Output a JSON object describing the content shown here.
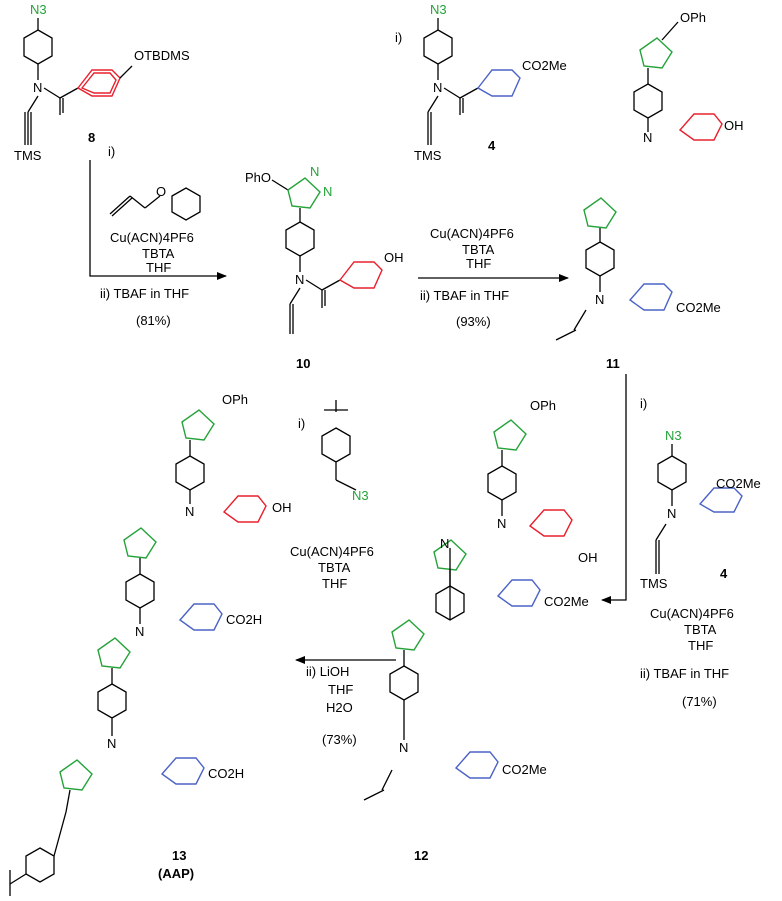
{
  "colors": {
    "green": "#25a33a",
    "red": "#e8202e",
    "blue": "#4b63c6",
    "black": "#000000"
  },
  "compounds": {
    "c8": {
      "number": "8",
      "groups": {
        "azide": "N3",
        "silyl_ether": "OTBDMS",
        "alkyne_silyl": "TMS"
      }
    },
    "c10": {
      "number": "10",
      "groups": {
        "ether": "PhO",
        "hydroxyl": "OH"
      }
    },
    "c4a": {
      "number": "4",
      "groups": {
        "azide": "N3",
        "ester": "CO2Me",
        "alkyne_silyl": "TMS"
      }
    },
    "c11": {
      "number": "11",
      "groups": {
        "ether": "OPh",
        "hydroxyl": "OH",
        "ester": "CO2Me"
      }
    },
    "c4b": {
      "number": "4",
      "groups": {
        "azide": "N3",
        "ester": "CO2Me",
        "alkyne_silyl": "TMS"
      }
    },
    "c12": {
      "number": "12",
      "groups": {
        "ether": "OPh",
        "hydroxyl": "OH",
        "ester1": "CO2Me",
        "ester2": "CO2Me"
      }
    },
    "c13": {
      "number": "13",
      "sub": "(AAP)",
      "groups": {
        "ether": "OPh",
        "hydroxyl": "OH",
        "acid1": "CO2H",
        "acid2": "CO2H",
        "azide": "N3"
      }
    }
  },
  "atoms": {
    "N": "N"
  },
  "steps": {
    "step1": {
      "i": "i)",
      "cat": "Cu(ACN)4PF6",
      "ligand": "TBTA",
      "solvent": "THF",
      "ii": "ii) TBAF in THF",
      "yield": "(81%)"
    },
    "step2": {
      "i": "i)",
      "cat": "Cu(ACN)4PF6",
      "ligand": "TBTA",
      "solvent": "THF",
      "ii": "ii) TBAF in THF",
      "yield": "(93%)"
    },
    "step3": {
      "i": "i)",
      "cat": "Cu(ACN)4PF6",
      "ligand": "TBTA",
      "solvent": "THF",
      "ii": "ii) TBAF in THF",
      "yield": "(71%)"
    },
    "step4": {
      "i": "i)",
      "cat": "Cu(ACN)4PF6",
      "ligand": "TBTA",
      "solvent": "THF",
      "ii": "ii) LiOH",
      "ii_b": "THF",
      "ii_c": "H2O",
      "yield": "(73%)"
    }
  }
}
